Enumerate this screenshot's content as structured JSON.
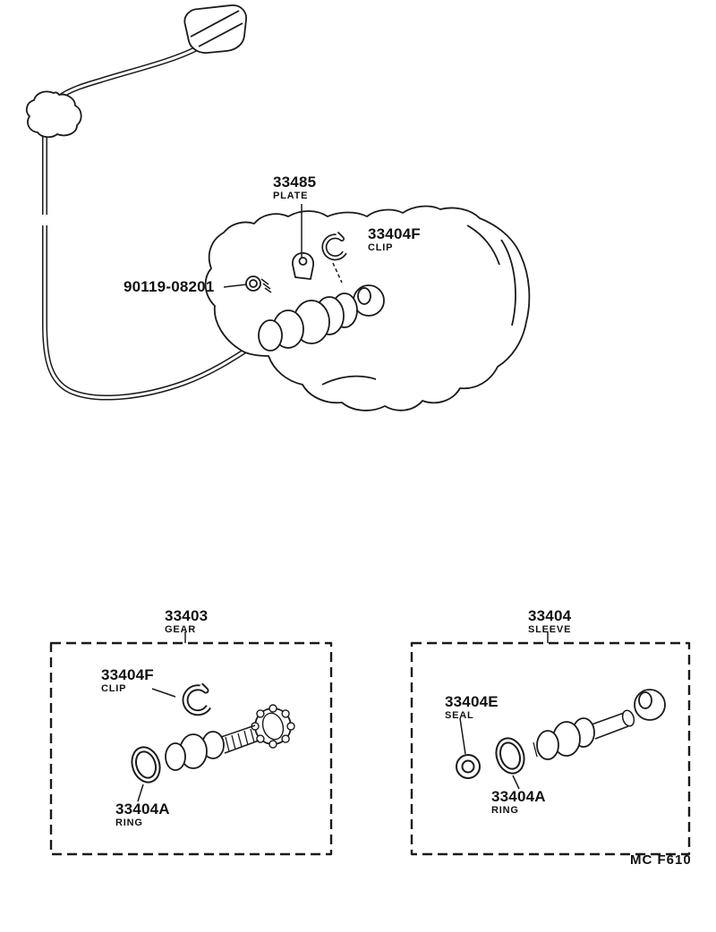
{
  "labels": {
    "plate": {
      "number": "33485",
      "name": "PLATE"
    },
    "clip_top": {
      "number": "33404F",
      "name": "CLIP"
    },
    "bolt": {
      "number": "90119-08201"
    },
    "gear_box": {
      "number": "33403",
      "name": "GEAR"
    },
    "clip_left": {
      "number": "33404F",
      "name": "CLIP"
    },
    "ring_left": {
      "number": "33404A",
      "name": "RING"
    },
    "sleeve_box": {
      "number": "33404",
      "name": "SLEEVE"
    },
    "seal": {
      "number": "33404E",
      "name": "SEAL"
    },
    "ring_right": {
      "number": "33404A",
      "name": "RING"
    },
    "footer_code": "MC F610"
  },
  "colors": {
    "line": "#1a1a1a",
    "background": "#ffffff"
  }
}
